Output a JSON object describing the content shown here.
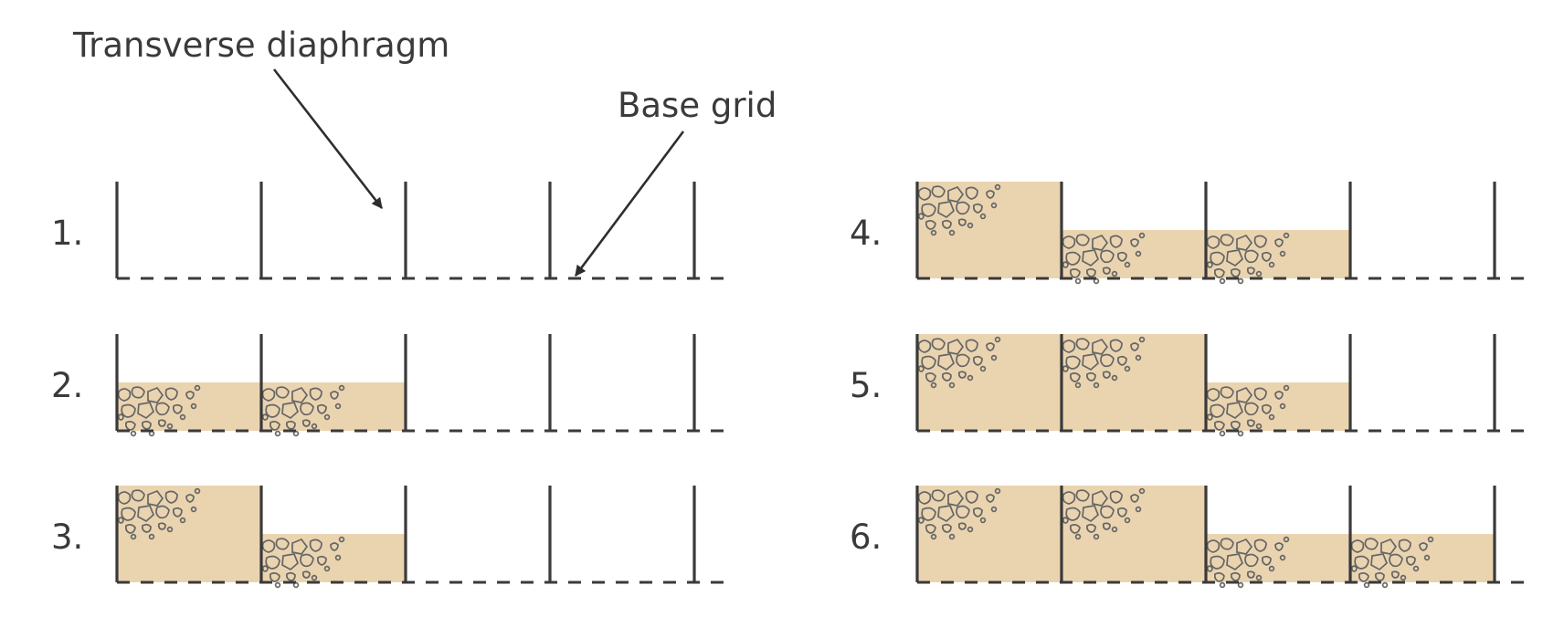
{
  "callouts": {
    "transverse_diaphragm": "Transverse diaphragm",
    "base_grid": "Base grid"
  },
  "colors": {
    "line": "#3a3a3a",
    "fill": "#ead4b0",
    "stones": "#666666"
  },
  "diagram": {
    "cells_per_step": 4,
    "steps": [
      {
        "label": "1.",
        "fill_levels": [
          0,
          0,
          0,
          0
        ]
      },
      {
        "label": "2.",
        "fill_levels": [
          0.5,
          0.5,
          0,
          0
        ]
      },
      {
        "label": "3.",
        "fill_levels": [
          1,
          0.5,
          0,
          0
        ]
      },
      {
        "label": "4.",
        "fill_levels": [
          1,
          0.5,
          0.5,
          0
        ]
      },
      {
        "label": "5.",
        "fill_levels": [
          1,
          1,
          0.5,
          0
        ]
      },
      {
        "label": "6.",
        "fill_levels": [
          1,
          1,
          0.5,
          0.5
        ]
      }
    ]
  }
}
